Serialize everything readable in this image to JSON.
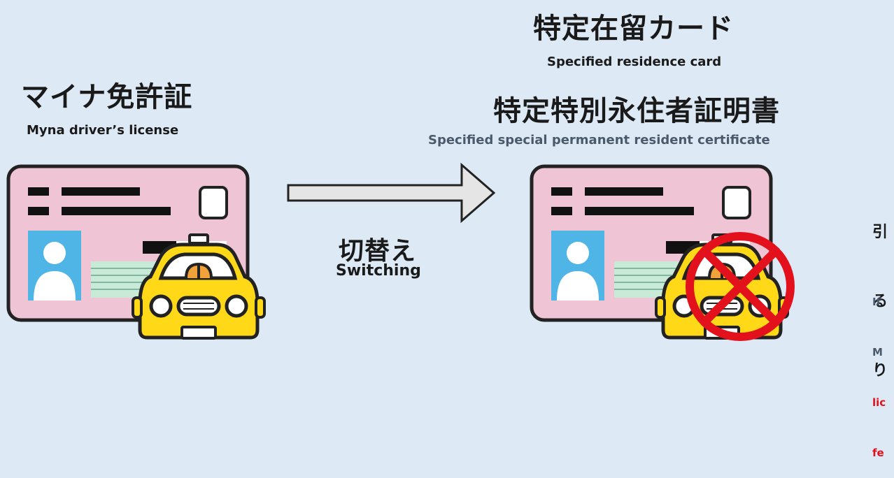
{
  "left": {
    "title": "マイナ免許証",
    "subtitle": "Myna driver’s license"
  },
  "right": {
    "title1": "特定在留カード",
    "subtitle1": "Specified residence card",
    "title2": "特定特別永住者証明書",
    "subtitle2": "Specified special permanent resident certificate"
  },
  "switching": {
    "label_jp": "切替え",
    "label_en": "Switching"
  },
  "note": {
    "jp_lines": [
      "引",
      "る",
      "り"
    ],
    "en_gray_lines": [
      "If",
      "M"
    ],
    "en_red_lines": [
      "lic",
      "fe"
    ]
  },
  "colors": {
    "card": "#efc4d5",
    "photo": "#4fb4e6",
    "car": "#ffd817",
    "prohibit": "#e3111c"
  }
}
